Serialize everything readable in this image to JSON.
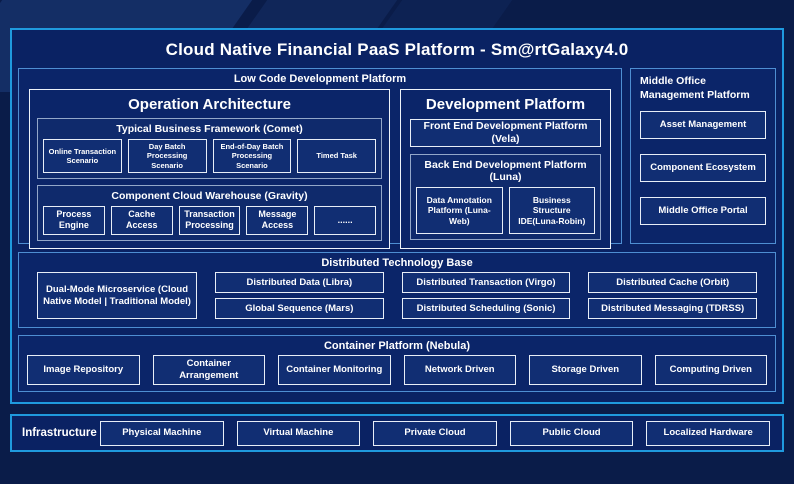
{
  "title": "Cloud Native Financial PaaS Platform - Sm@rtGalaxy4.0",
  "colors": {
    "background": "#0a1c49",
    "panel_fill": "#0a2263",
    "accent_border": "#1f9ade",
    "section_border": "#4e8ed2",
    "leaf_border": "#e8eef7",
    "text": "#ffffff"
  },
  "low_code": {
    "label": "Low Code Development Platform",
    "operation_architecture": {
      "title": "Operation Architecture",
      "typical_business": {
        "title": "Typical Business Framework (Comet)",
        "items": [
          "Online Transaction Scenario",
          "Day Batch Processing Scenario",
          "End-of-Day Batch Processing Scenario",
          "Timed Task"
        ]
      },
      "component_cloud": {
        "title": "Component Cloud Warehouse (Gravity)",
        "items": [
          "Process Engine",
          "Cache Access",
          "Transaction Processing",
          "Message Access",
          "......"
        ]
      }
    },
    "development_platform": {
      "title": "Development Platform",
      "front_end": "Front End Development Platform (Vela)",
      "back_end": {
        "title": "Back End Development Platform (Luna)",
        "items": [
          "Data Annotation Platform (Luna-Web)",
          "Business Structure IDE(Luna-Robin)"
        ]
      }
    }
  },
  "middle_office": {
    "title": "Middle Office Management Platform",
    "items": [
      "Asset Management",
      "Component Ecosystem",
      "Middle Office Portal"
    ]
  },
  "distributed": {
    "title": "Distributed Technology Base",
    "dual_mode": "Dual-Mode Microservice (Cloud Native Model | Traditional Model)",
    "columns": [
      [
        "Distributed Data (Libra)",
        "Global Sequence (Mars)"
      ],
      [
        "Distributed Transaction (Virgo)",
        "Distributed Scheduling (Sonic)"
      ],
      [
        "Distributed Cache (Orbit)",
        "Distributed Messaging (TDRSS)"
      ]
    ]
  },
  "container_platform": {
    "title": "Container Platform (Nebula)",
    "items": [
      "Image Repository",
      "Container Arrangement",
      "Container Monitoring",
      "Network Driven",
      "Storage Driven",
      "Computing Driven"
    ]
  },
  "infrastructure": {
    "label": "Infrastructure",
    "items": [
      "Physical Machine",
      "Virtual Machine",
      "Private Cloud",
      "Public Cloud",
      "Localized Hardware"
    ]
  }
}
